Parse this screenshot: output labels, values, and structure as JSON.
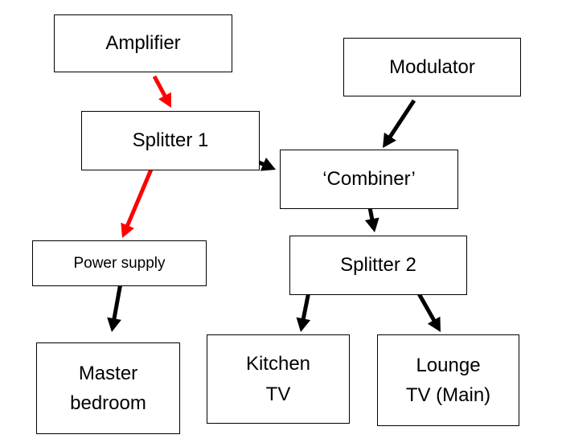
{
  "nodes": {
    "amplifier": {
      "label": "Amplifier"
    },
    "modulator": {
      "label": "Modulator"
    },
    "splitter_1": {
      "label": "Splitter 1"
    },
    "combiner": {
      "label": "‘Combiner’"
    },
    "power_supply": {
      "label": "Power supply"
    },
    "splitter_2": {
      "label": "Splitter 2"
    },
    "master_bedroom": {
      "label": "Master\nbedroom"
    },
    "kitchen_tv": {
      "label": "Kitchen\nTV"
    },
    "lounge_tv": {
      "label": "Lounge\nTV (Main)"
    }
  },
  "edges": [
    {
      "from": "amplifier",
      "to": "splitter_1",
      "color": "#ff0000"
    },
    {
      "from": "splitter_1",
      "to": "power_supply",
      "color": "#ff0000"
    },
    {
      "from": "splitter_1",
      "to": "combiner",
      "color": "#000000"
    },
    {
      "from": "modulator",
      "to": "combiner",
      "color": "#000000"
    },
    {
      "from": "combiner",
      "to": "splitter_2",
      "color": "#000000"
    },
    {
      "from": "power_supply",
      "to": "master_bedroom",
      "color": "#000000"
    },
    {
      "from": "splitter_2",
      "to": "kitchen_tv",
      "color": "#000000"
    },
    {
      "from": "splitter_2",
      "to": "lounge_tv",
      "color": "#000000"
    }
  ]
}
